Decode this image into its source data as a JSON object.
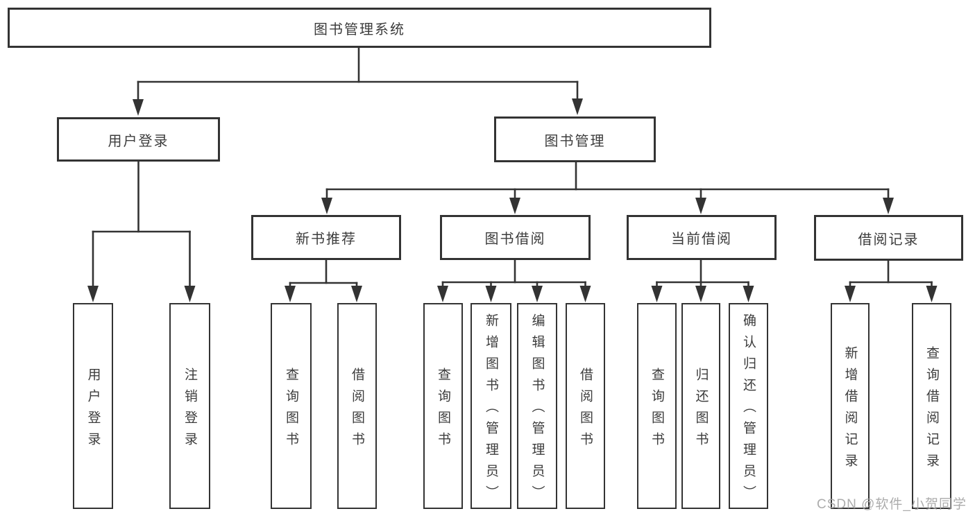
{
  "diagram": {
    "root": {
      "label": "图书管理系统"
    },
    "level2": [
      {
        "label": "用户登录"
      },
      {
        "label": "图书管理"
      }
    ],
    "level3": [
      {
        "label": "新书推荐"
      },
      {
        "label": "图书借阅"
      },
      {
        "label": "当前借阅"
      },
      {
        "label": "借阅记录"
      }
    ],
    "leaves": [
      {
        "label": "用户登录"
      },
      {
        "label": "注销登录"
      },
      {
        "label": "查询图书"
      },
      {
        "label": "借阅图书"
      },
      {
        "label": "查询图书"
      },
      {
        "label": "新增图书（管理员）"
      },
      {
        "label": "编辑图书（管理员）"
      },
      {
        "label": "借阅图书"
      },
      {
        "label": "查询图书"
      },
      {
        "label": "归还图书"
      },
      {
        "label": "确认归还（管理员）"
      },
      {
        "label": "新增借阅记录"
      },
      {
        "label": "查询借阅记录"
      }
    ]
  },
  "watermark": {
    "text": "CSDN @软件_小贺同学"
  },
  "colors": {
    "line": "#333333",
    "text": "#3c3c3c",
    "watermark": "#a5a5a5",
    "background": "#ffffff"
  }
}
